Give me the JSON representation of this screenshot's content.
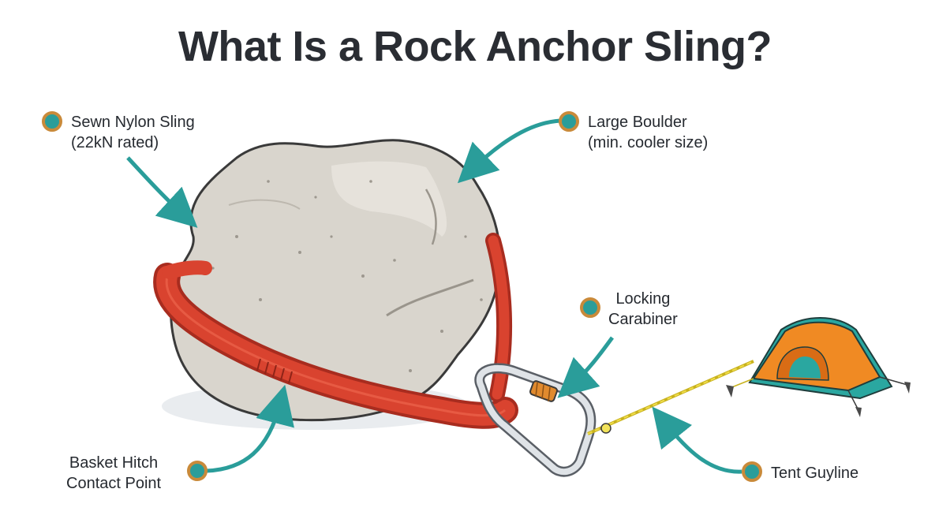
{
  "title": "What Is a Rock Anchor Sling?",
  "colors": {
    "accent": "#2a9d9a",
    "marker_ring": "#c98a3a",
    "sling": "#d9432f",
    "rock": "#d8d4cc",
    "tent_orange": "#f08a23",
    "tent_teal": "#2aa7a0",
    "guyline": "#e8d23a"
  },
  "labels": {
    "sling": {
      "main": "Sewn Nylon Sling",
      "sub": "(22kN rated)"
    },
    "boulder": {
      "main": "Large Boulder",
      "sub": "(min. cooler size)"
    },
    "carabiner": {
      "line1": "Locking",
      "line2": "Carabiner"
    },
    "basket": {
      "line1": "Basket Hitch",
      "line2": "Contact Point"
    },
    "guyline": {
      "main": "Tent Guyline"
    }
  }
}
